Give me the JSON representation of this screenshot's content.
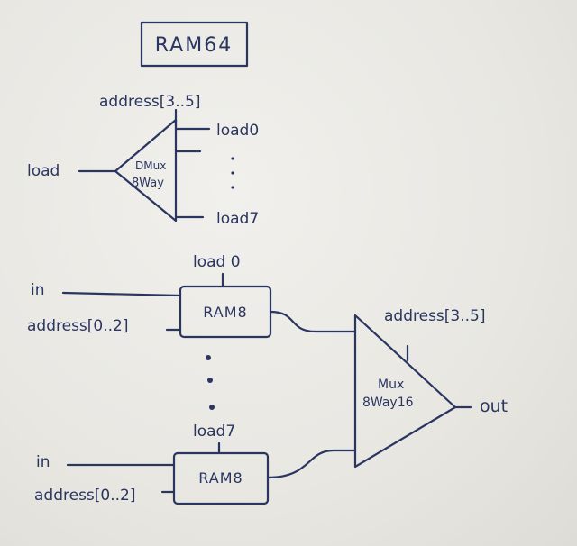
{
  "title": "RAM64",
  "dmux": {
    "label_line1": "DMux",
    "label_line2": "8Way",
    "select": "address[3..5]",
    "input": "load",
    "out_first": "load0",
    "out_last": "load7"
  },
  "ram_top": {
    "label": "RAM8",
    "load": "load 0",
    "in": "in",
    "address": "address[0..2]"
  },
  "ram_bottom": {
    "label": "RAM8",
    "load": "load7",
    "in": "in",
    "address": "address[0..2]"
  },
  "mux": {
    "label_line1": "Mux",
    "label_line2": "8Way16",
    "select": "address[3..5]",
    "output": "out"
  },
  "colors": {
    "ink": "#2a3560",
    "paper": "#e9e8e4"
  }
}
